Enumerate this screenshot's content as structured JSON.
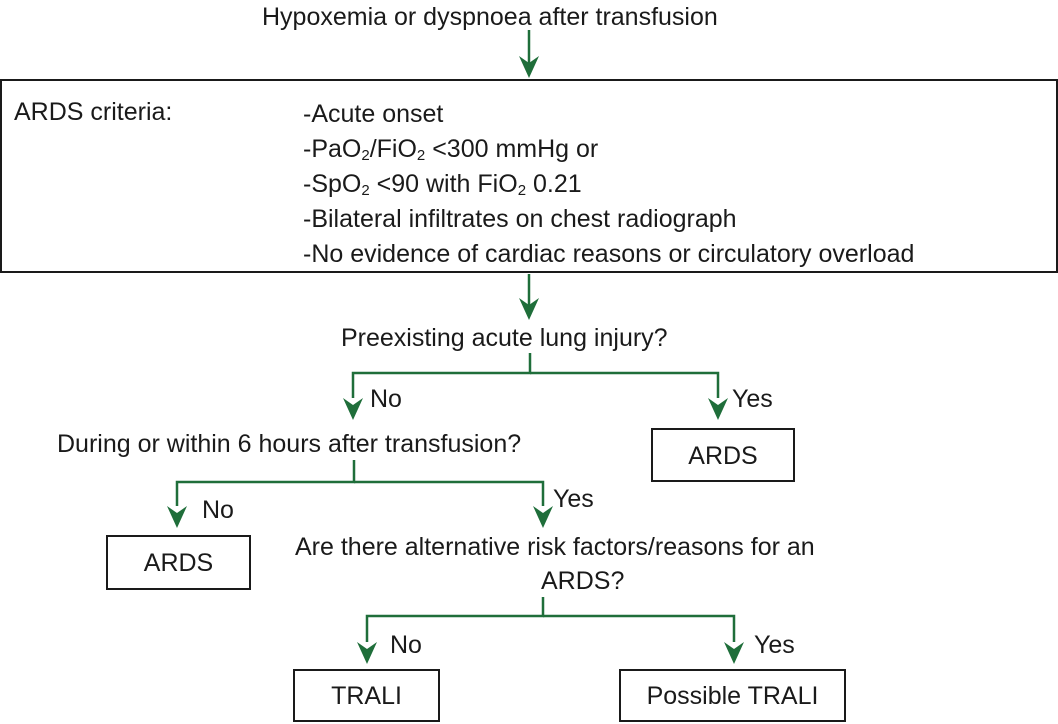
{
  "start": {
    "text": "Hypoxemia or dyspnoea after transfusion"
  },
  "criteria": {
    "title": "ARDS criteria:",
    "items": [
      {
        "pre": "-Acute onset",
        "parts": []
      },
      {
        "pre": "-PaO",
        "parts": [
          {
            "sub": "2"
          },
          {
            "text": "/FiO"
          },
          {
            "sub": "2"
          },
          {
            "text": " <300 mmHg or"
          }
        ]
      },
      {
        "pre": "-SpO",
        "parts": [
          {
            "sub": "2"
          },
          {
            "text": " <90 with FiO"
          },
          {
            "sub": "2"
          },
          {
            "text": " 0.21"
          }
        ]
      },
      {
        "pre": "-Bilateral infiltrates on chest radiograph",
        "parts": []
      },
      {
        "pre": "-No evidence of cardiac reasons or circulatory overload",
        "parts": []
      }
    ]
  },
  "q1": {
    "text": "Preexisting acute lung injury?",
    "no": "No",
    "yes": "Yes",
    "yes_result": "ARDS"
  },
  "q2": {
    "text": "During or within 6 hours after transfusion?",
    "no": "No",
    "yes": "Yes",
    "no_result": "ARDS"
  },
  "q3": {
    "line1": "Are there alternative risk factors/reasons for an",
    "line2": "ARDS?",
    "no": "No",
    "yes": "Yes",
    "no_result": "TRALI",
    "yes_result": "Possible TRALI"
  },
  "colors": {
    "arrow": "#1f6e3a",
    "box_border": "#1a1a1a",
    "text": "#1a1a1a"
  }
}
